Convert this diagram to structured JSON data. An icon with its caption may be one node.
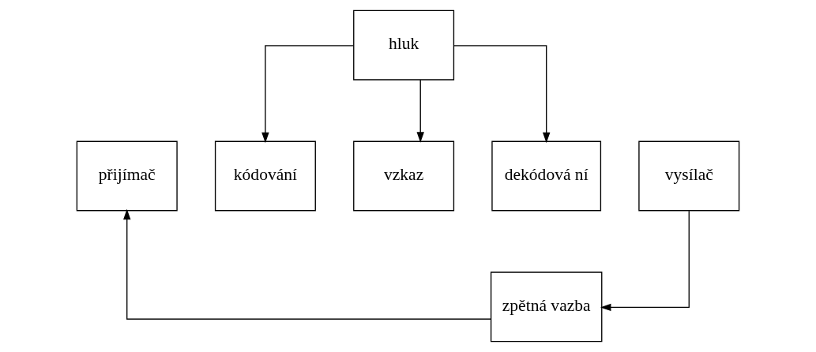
{
  "diagram": {
    "nodes": [
      {
        "text": [
          "hluk"
        ]
      },
      {
        "text": [
          "přijímač"
        ]
      },
      {
        "text": [
          "kódování"
        ]
      },
      {
        "text": [
          "vzkaz"
        ]
      },
      {
        "text": [
          "dekódová ní"
        ]
      },
      {
        "text": [
          "vysílač"
        ]
      },
      {
        "text": [
          "zpětná vazba"
        ]
      }
    ],
    "edges": [
      {
        "from": 0,
        "to": 2,
        "arrow": "to"
      },
      {
        "from": 0,
        "to": 3,
        "arrow": "to"
      },
      {
        "from": 0,
        "to": 4,
        "arrow": "to"
      },
      {
        "from": 5,
        "to": 6,
        "arrow": "to"
      },
      {
        "from": 6,
        "to": 1,
        "arrow": "to"
      }
    ]
  }
}
